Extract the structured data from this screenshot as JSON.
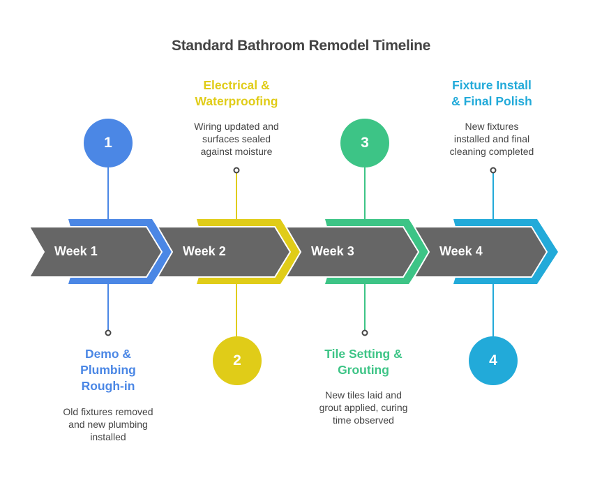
{
  "title": "Standard Bathroom Remodel Timeline",
  "colors": {
    "chevron_gray": "#666666",
    "title": "#444444",
    "step1": "#4B87E5",
    "step2": "#E0CC18",
    "step3": "#3DC486",
    "step4": "#22AAD9"
  },
  "steps": [
    {
      "number": "1",
      "week": "Week 1",
      "heading_lines": [
        "Demo &",
        "Plumbing",
        "Rough-in"
      ],
      "heading": "Demo & Plumbing Rough-in",
      "desc_lines": [
        "Old fixtures removed",
        "and new plumbing",
        "installed"
      ],
      "color": "#4B87E5",
      "circle_position": "top",
      "text_position": "bottom"
    },
    {
      "number": "2",
      "week": "Week 2",
      "heading_lines": [
        "Electrical &",
        "Waterproofing"
      ],
      "heading": "Electrical & Waterproofing",
      "desc_lines": [
        "Wiring updated and",
        "surfaces sealed",
        "against moisture"
      ],
      "color": "#E0CC18",
      "circle_position": "bottom",
      "text_position": "top"
    },
    {
      "number": "3",
      "week": "Week 3",
      "heading_lines": [
        "Tile Setting &",
        "Grouting"
      ],
      "heading": "Tile Setting & Grouting",
      "desc_lines": [
        "New tiles laid and",
        "grout applied, curing",
        "time observed"
      ],
      "color": "#3DC486",
      "circle_position": "top",
      "text_position": "bottom"
    },
    {
      "number": "4",
      "week": "Week 4",
      "heading_lines": [
        "Fixture Install",
        "& Final Polish"
      ],
      "heading": "Fixture Install & Final Polish",
      "desc_lines": [
        "New fixtures",
        "installed and final",
        "cleaning completed"
      ],
      "color": "#22AAD9",
      "circle_position": "bottom",
      "text_position": "top"
    }
  ]
}
